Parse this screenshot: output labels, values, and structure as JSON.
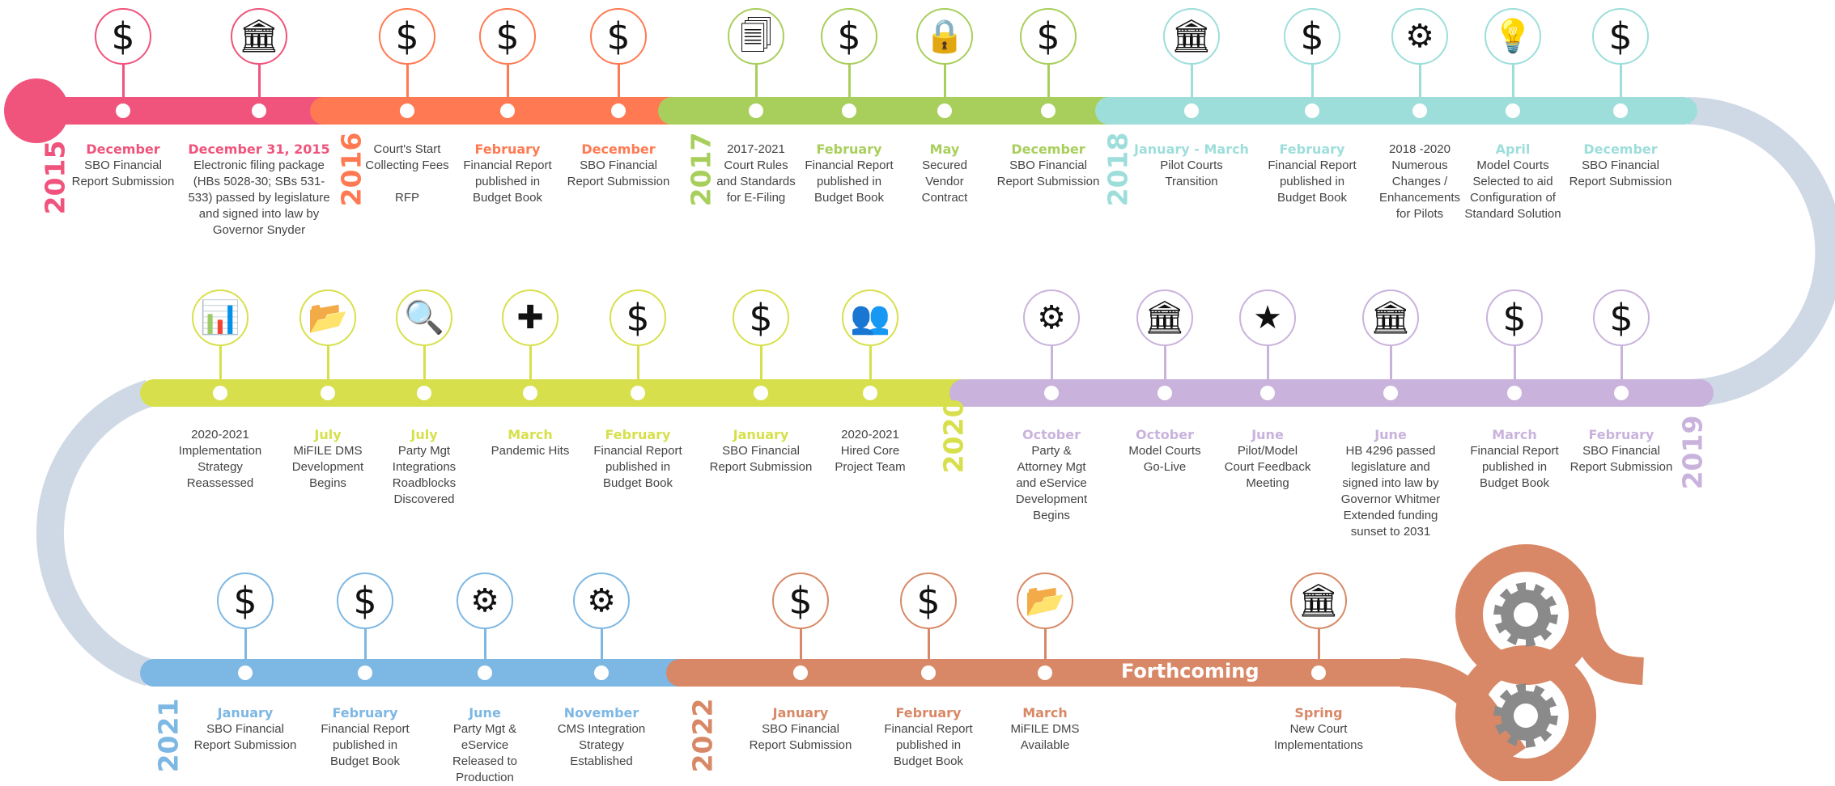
{
  "colors": {
    "2015": "#f0547c",
    "2016": "#ff7a52",
    "2017": "#a8cf5c",
    "2018": "#9ddedb",
    "2020": "#d7e04c",
    "2019": "#c9b3dc",
    "2021": "#7db7e3",
    "2022": "#d88866",
    "connector": "#cfd9e6"
  },
  "forthcoming_label": "Forthcoming",
  "years": [
    {
      "label": "2015",
      "color": "#f0547c"
    },
    {
      "label": "2016",
      "color": "#ff7a52"
    },
    {
      "label": "2017",
      "color": "#a8cf5c"
    },
    {
      "label": "2018",
      "color": "#9ddedb"
    },
    {
      "label": "2020",
      "color": "#d7e04c"
    },
    {
      "label": "2019",
      "color": "#c9b3dc"
    },
    {
      "label": "2021",
      "color": "#7db7e3"
    },
    {
      "label": "2022",
      "color": "#d88866"
    }
  ],
  "events": [
    {
      "year": "2015",
      "date": "December",
      "desc": "SBO Financial\nReport Submission",
      "icon": "dollar-icon",
      "color": "#f0547c"
    },
    {
      "year": "2015",
      "date": "December 31, 2015",
      "desc": "Electronic filing package\n(HBs 5028-30; SBs 531-\n533) passed by legislature\nand signed into law by\nGovernor Snyder",
      "icon": "capitol-icon",
      "color": "#f0547c"
    },
    {
      "year": "2016",
      "date": "",
      "desc": "Court's Start\nCollecting Fees\n\nRFP",
      "icon": "dollar-icon",
      "color": "#ff7a52"
    },
    {
      "year": "2016",
      "date": "February",
      "desc": "Financial Report\npublished in\nBudget Book",
      "icon": "dollar-icon",
      "color": "#ff7a52"
    },
    {
      "year": "2016",
      "date": "December",
      "desc": "SBO Financial\nReport Submission",
      "icon": "dollar-icon",
      "color": "#ff7a52"
    },
    {
      "year": "2017",
      "date": "",
      "desc": "2017-2021\nCourt Rules\nand Standards\nfor E-Filing",
      "icon": "documents-icon",
      "color": "#a8cf5c"
    },
    {
      "year": "2017",
      "date": "February",
      "desc": "Financial Report\npublished in\nBudget Book",
      "icon": "dollar-icon",
      "color": "#a8cf5c"
    },
    {
      "year": "2017",
      "date": "May",
      "desc": "Secured\nVendor\nContract",
      "icon": "lock-icon",
      "color": "#a8cf5c"
    },
    {
      "year": "2017",
      "date": "December",
      "desc": "SBO Financial\nReport Submission",
      "icon": "dollar-icon",
      "color": "#a8cf5c"
    },
    {
      "year": "2018",
      "date": "January - March",
      "desc": "Pilot Courts\nTransition",
      "icon": "courthouse-icon",
      "color": "#9ddedb"
    },
    {
      "year": "2018",
      "date": "February",
      "desc": "Financial Report\npublished in\nBudget Book",
      "icon": "dollar-icon",
      "color": "#9ddedb"
    },
    {
      "year": "2018",
      "date": "",
      "desc": "2018 -2020\nNumerous\nChanges /\nEnhancements\nfor Pilots",
      "icon": "gear-icon",
      "color": "#9ddedb"
    },
    {
      "year": "2018",
      "date": "April",
      "desc": "Model Courts\nSelected to aid\nConfiguration of\nStandard Solution",
      "icon": "lightbulb-icon",
      "color": "#9ddedb"
    },
    {
      "year": "2018",
      "date": "December",
      "desc": "SBO Financial\nReport Submission",
      "icon": "dollar-icon",
      "color": "#9ddedb"
    },
    {
      "year": "2019",
      "date": "October",
      "desc": "Party &\nAttorney Mgt\nand eService\nDevelopment\nBegins",
      "icon": "gear-icon",
      "color": "#c9b3dc"
    },
    {
      "year": "2019",
      "date": "October",
      "desc": "Model Courts\nGo-Live",
      "icon": "courthouse-icon",
      "color": "#c9b3dc"
    },
    {
      "year": "2019",
      "date": "June",
      "desc": "Pilot/Model\nCourt Feedback\nMeeting",
      "icon": "star-icon",
      "color": "#c9b3dc"
    },
    {
      "year": "2019",
      "date": "June",
      "desc": "HB 4296 passed\nlegislature and\nsigned into law by\nGovernor Whitmer\nExtended funding\nsunset to 2031",
      "icon": "capitol-icon",
      "color": "#c9b3dc"
    },
    {
      "year": "2019",
      "date": "March",
      "desc": "Financial Report\npublished in\nBudget Book",
      "icon": "dollar-icon",
      "color": "#c9b3dc"
    },
    {
      "year": "2019",
      "date": "February",
      "desc": "SBO Financial\nReport Submission",
      "icon": "dollar-icon",
      "color": "#c9b3dc"
    },
    {
      "year": "2020",
      "date": "",
      "desc": "2020-2021\nImplementation\nStrategy\nReassessed",
      "icon": "bar-chart-icon",
      "color": "#d7e04c"
    },
    {
      "year": "2020",
      "date": "July",
      "desc": "MiFILE DMS\nDevelopment\nBegins",
      "icon": "folder-icon",
      "color": "#d7e04c"
    },
    {
      "year": "2020",
      "date": "July",
      "desc": "Party Mgt\nIntegrations\nRoadblocks\nDiscovered",
      "icon": "magnifier-icon",
      "color": "#d7e04c"
    },
    {
      "year": "2020",
      "date": "March",
      "desc": "Pandemic Hits",
      "icon": "medical-cross-icon",
      "color": "#d7e04c"
    },
    {
      "year": "2020",
      "date": "February",
      "desc": "Financial Report\npublished in\nBudget Book",
      "icon": "dollar-icon",
      "color": "#d7e04c"
    },
    {
      "year": "2020",
      "date": "January",
      "desc": "SBO Financial\nReport Submission",
      "icon": "dollar-icon",
      "color": "#d7e04c"
    },
    {
      "year": "2020",
      "date": "",
      "desc": "2020-2021\nHired Core\nProject Team",
      "icon": "team-icon",
      "color": "#d7e04c"
    },
    {
      "year": "2021",
      "date": "January",
      "desc": "SBO Financial\nReport Submission",
      "icon": "dollar-icon",
      "color": "#7db7e3"
    },
    {
      "year": "2021",
      "date": "February",
      "desc": "Financial Report\npublished in\nBudget Book",
      "icon": "dollar-icon",
      "color": "#7db7e3"
    },
    {
      "year": "2021",
      "date": "June",
      "desc": "Party Mgt &\neService\nReleased to\nProduction",
      "icon": "gear-icon",
      "color": "#7db7e3"
    },
    {
      "year": "2021",
      "date": "November",
      "desc": "CMS Integration\nStrategy\nEstablished",
      "icon": "gears-cycle-icon",
      "color": "#7db7e3"
    },
    {
      "year": "2022",
      "date": "January",
      "desc": "SBO Financial\nReport Submission",
      "icon": "dollar-icon",
      "color": "#d88866"
    },
    {
      "year": "2022",
      "date": "February",
      "desc": "Financial Report\npublished in\nBudget Book",
      "icon": "dollar-icon",
      "color": "#d88866"
    },
    {
      "year": "2022",
      "date": "March",
      "desc": "MiFILE DMS\nAvailable",
      "icon": "folder-icon",
      "color": "#d88866"
    },
    {
      "year": "2022",
      "date": "Spring",
      "desc": "New Court\nImplementations",
      "icon": "courthouse-icon",
      "color": "#d88866"
    }
  ],
  "end_graphic": {
    "icon": "gears-icon",
    "color": "#d88866"
  }
}
